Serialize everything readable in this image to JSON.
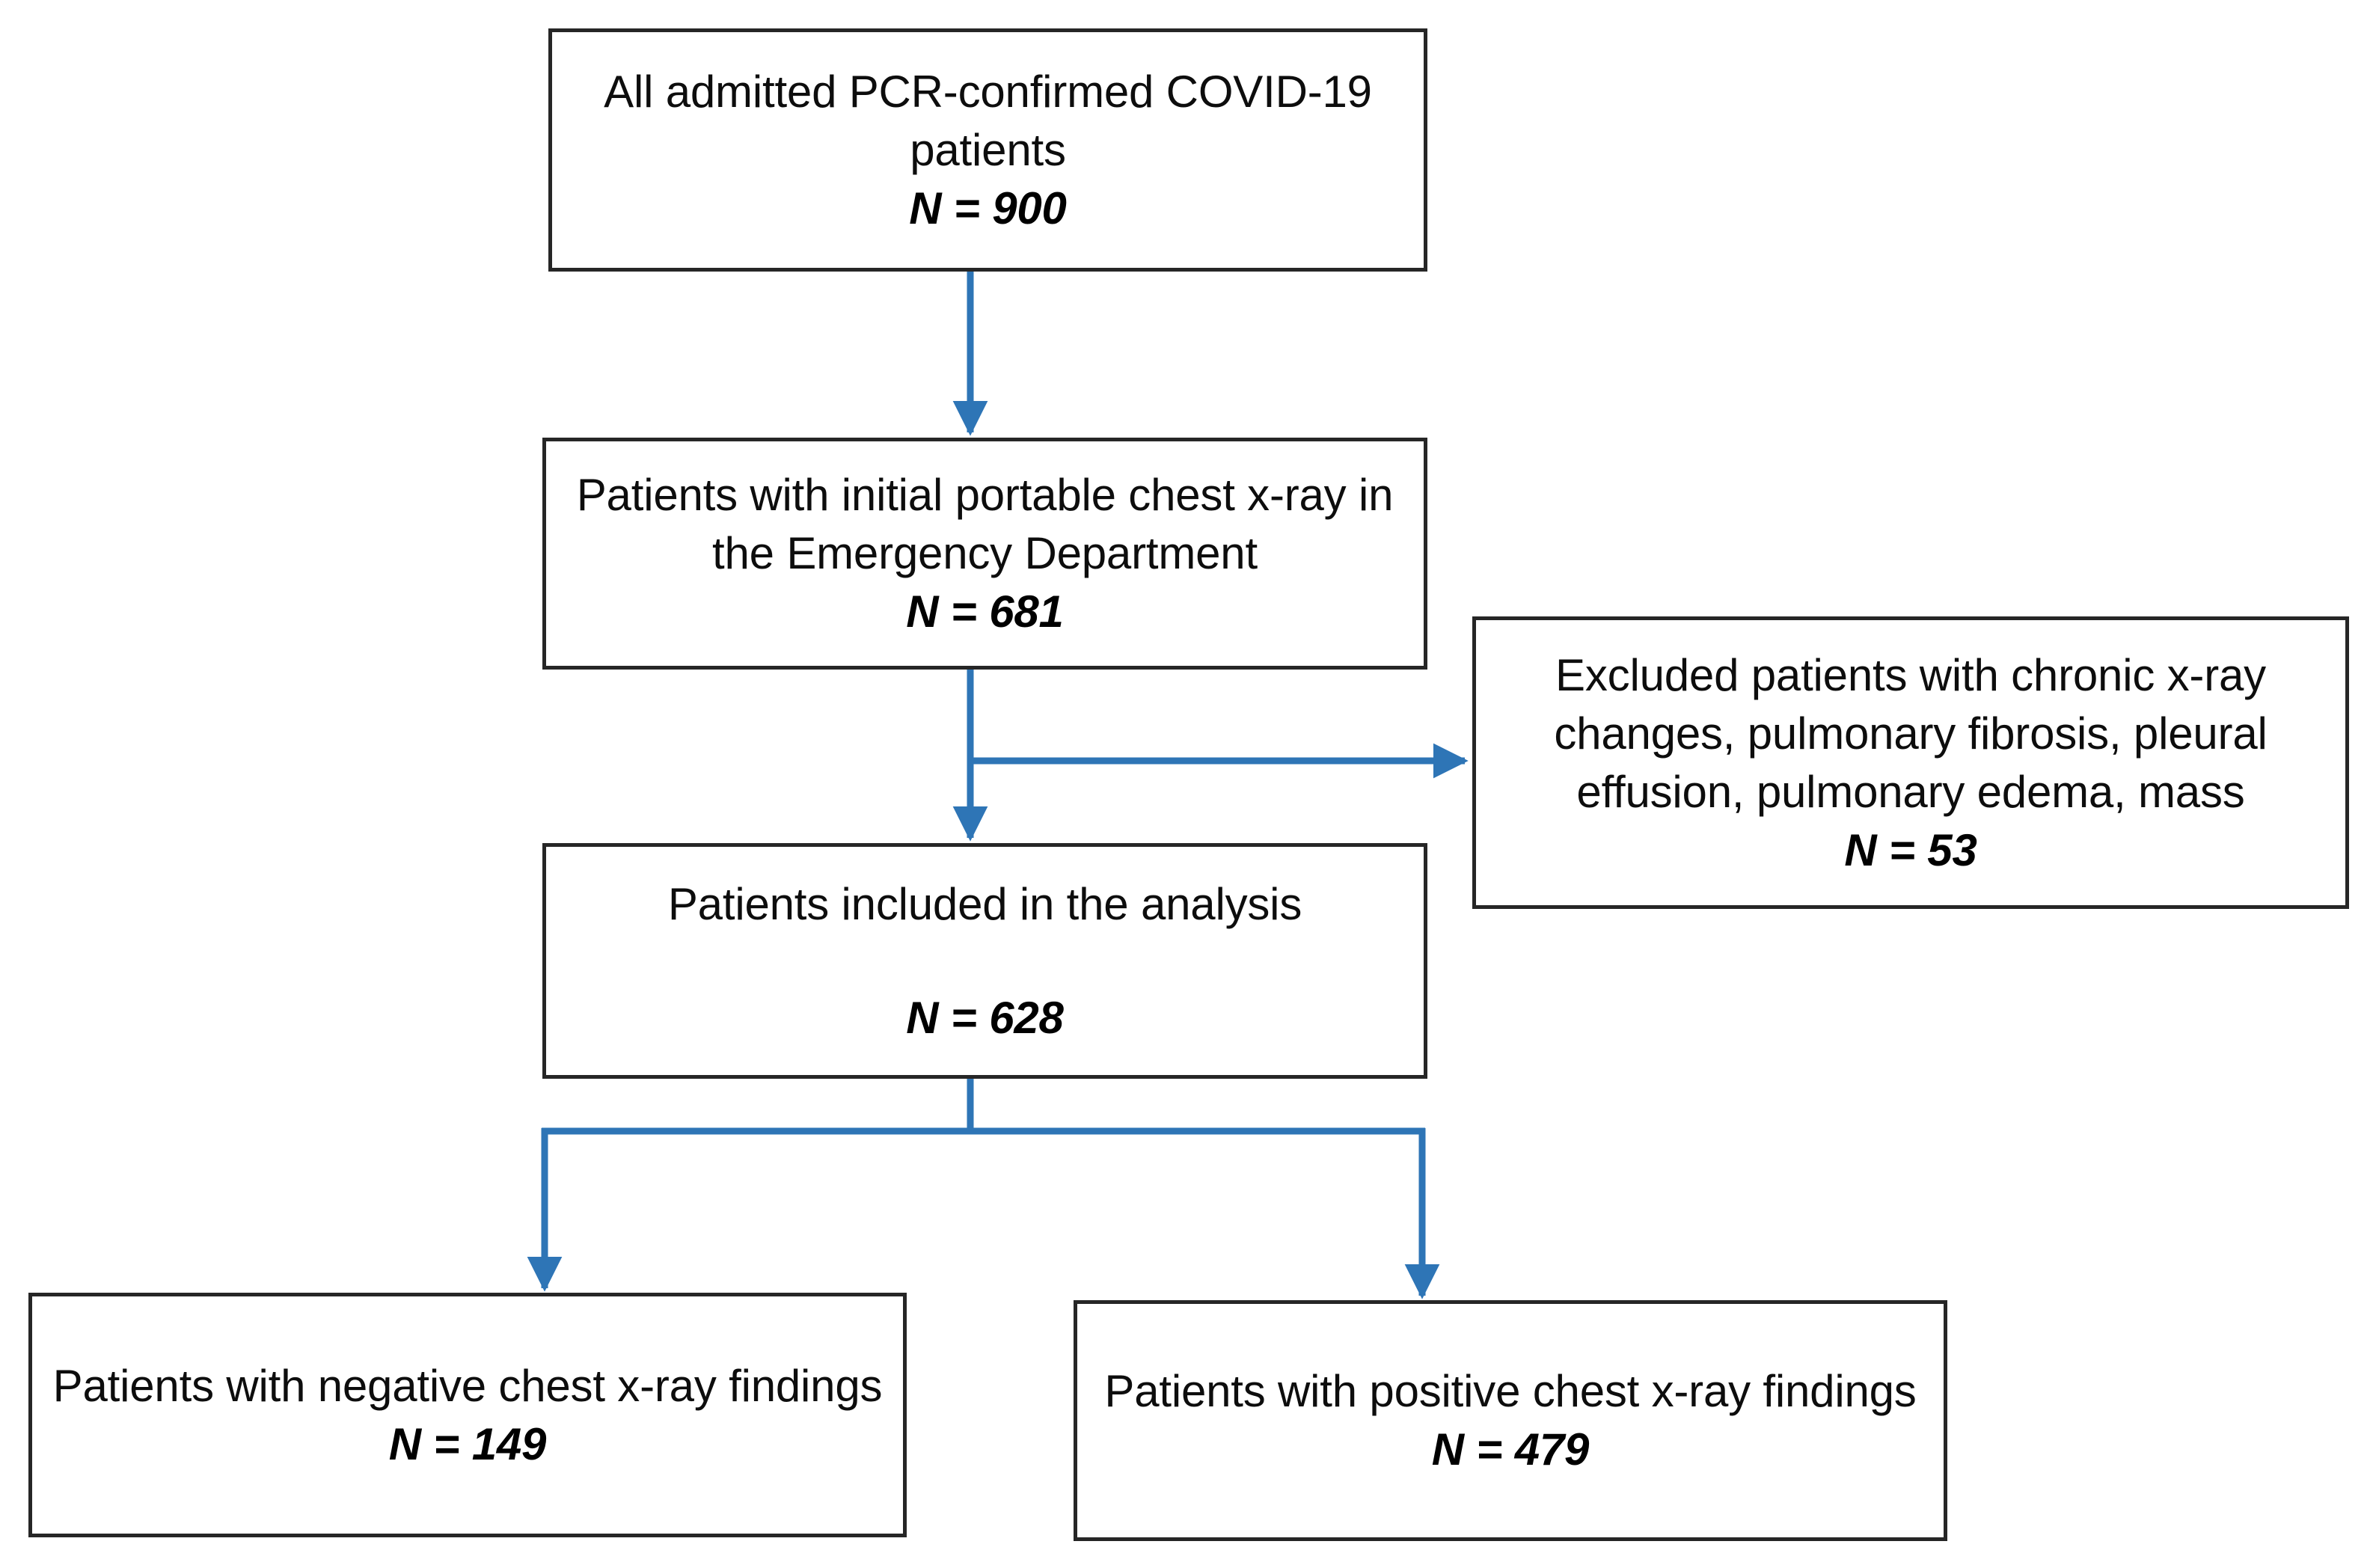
{
  "diagram": {
    "type": "CONSORT patient flow diagram",
    "accent_color": "#2E75B6",
    "border_color": "#262626",
    "background_color": "#FFFFFF",
    "nodes": {
      "all_admitted": {
        "label": "All admitted PCR-confirmed COVID-19 patients",
        "count": "N = 900",
        "n": 900
      },
      "initial_xray": {
        "label": "Patients with initial portable chest x-ray in the Emergency Department",
        "count": "N = 681",
        "n": 681
      },
      "excluded": {
        "label": "Excluded patients with chronic x-ray changes, pulmonary fibrosis, pleural effusion, pulmonary edema, mass",
        "count": "N = 53",
        "n": 53
      },
      "included": {
        "label": "Patients included in the analysis",
        "count": "N = 628",
        "n": 628
      },
      "negative_findings": {
        "label": "Patients with negative chest x-ray findings",
        "count": "N = 149",
        "n": 149
      },
      "positive_findings": {
        "label": "Patients with positive chest x-ray findings",
        "count": "N = 479",
        "n": 479
      }
    },
    "edges": [
      {
        "from": "all_admitted",
        "to": "initial_xray",
        "style": "straight-down-arrow"
      },
      {
        "from": "initial_xray",
        "to": "included",
        "style": "straight-down-arrow"
      },
      {
        "from": "initial_xray",
        "to": "excluded",
        "style": "branch-right-arrow"
      },
      {
        "from": "included",
        "to": "negative_findings",
        "style": "split-left-down-arrow"
      },
      {
        "from": "included",
        "to": "positive_findings",
        "style": "split-right-down-arrow"
      }
    ]
  }
}
